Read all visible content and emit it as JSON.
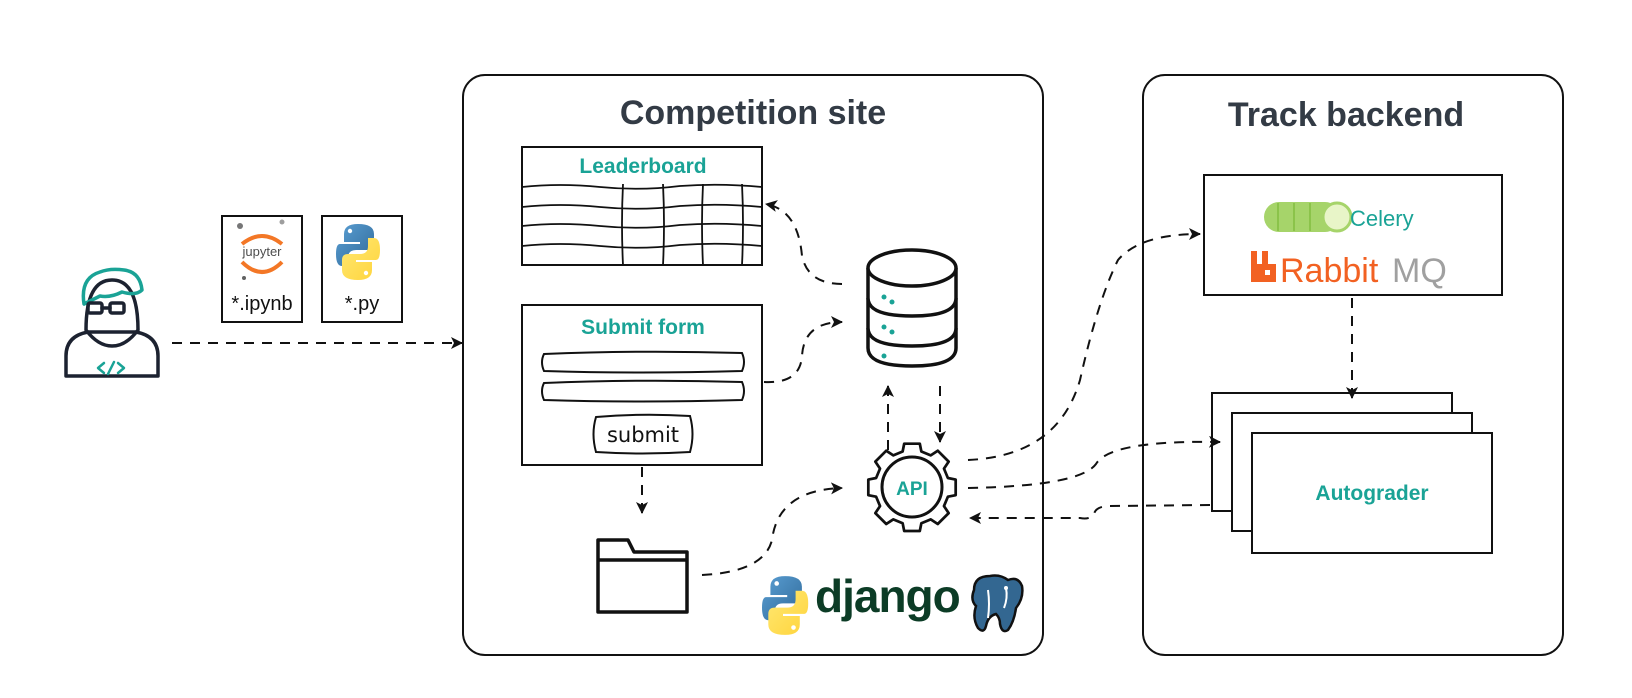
{
  "sections": {
    "competition_site": {
      "title": "Competition site"
    },
    "track_backend": {
      "title": "Track backend"
    }
  },
  "files": {
    "notebook": {
      "label": "*.ipynb",
      "logo_text": "jupyter"
    },
    "script": {
      "label": "*.py"
    }
  },
  "leaderboard": {
    "title": "Leaderboard"
  },
  "submit_form": {
    "title": "Submit form",
    "button_label": "submit"
  },
  "api": {
    "label": "API"
  },
  "queue": {
    "celery_label": "Celery",
    "rabbit_label": "Rabbit",
    "mq_label": "MQ"
  },
  "autograder": {
    "label": "Autograder"
  },
  "stack": {
    "django_label": "django"
  },
  "colors": {
    "teal": "#1aa396",
    "dark": "#1c1c1c",
    "heading": "#333b45",
    "rabbit": "#f26122",
    "celery": "#a6d46a"
  },
  "icons": [
    "developer-icon",
    "jupyter-logo-icon",
    "python-logo-icon",
    "database-icon",
    "gear-icon",
    "folder-icon",
    "postgres-elephant-icon",
    "rabbitmq-logo-icon",
    "celery-logo-icon"
  ]
}
